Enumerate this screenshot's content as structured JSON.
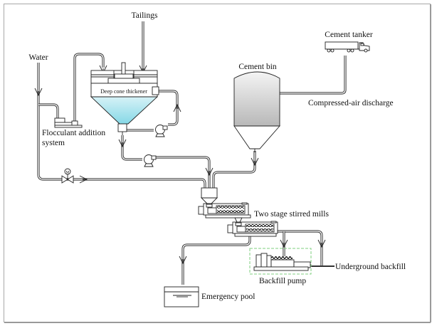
{
  "diagram": {
    "title": "Paste backfill process flow",
    "labels": {
      "tailings": "Tailings",
      "water": "Water",
      "thickener": "Deep cone thickener",
      "flocculant_line1": "Flocculant addition",
      "flocculant_line2": "system",
      "cement_bin": "Cement bin",
      "cement_tanker": "Cement tanker",
      "compressed_air": "Compressed-air discharge",
      "mills": "Two stage stirred mills",
      "backfill_pump": "Backfill pump",
      "underground": "Underground backfill",
      "emergency_pool": "Emergency pool",
      "valve_symbol": "M"
    },
    "colors": {
      "thickener_fill_top": "#cfeef4",
      "thickener_fill_bottom": "#8fdbe8",
      "bin_fill_top": "#f3f3f3",
      "bin_fill_bottom": "#b9b9b9",
      "pump_box_border": "#7fcf7f",
      "frame_border": "#a0a0a0"
    }
  }
}
